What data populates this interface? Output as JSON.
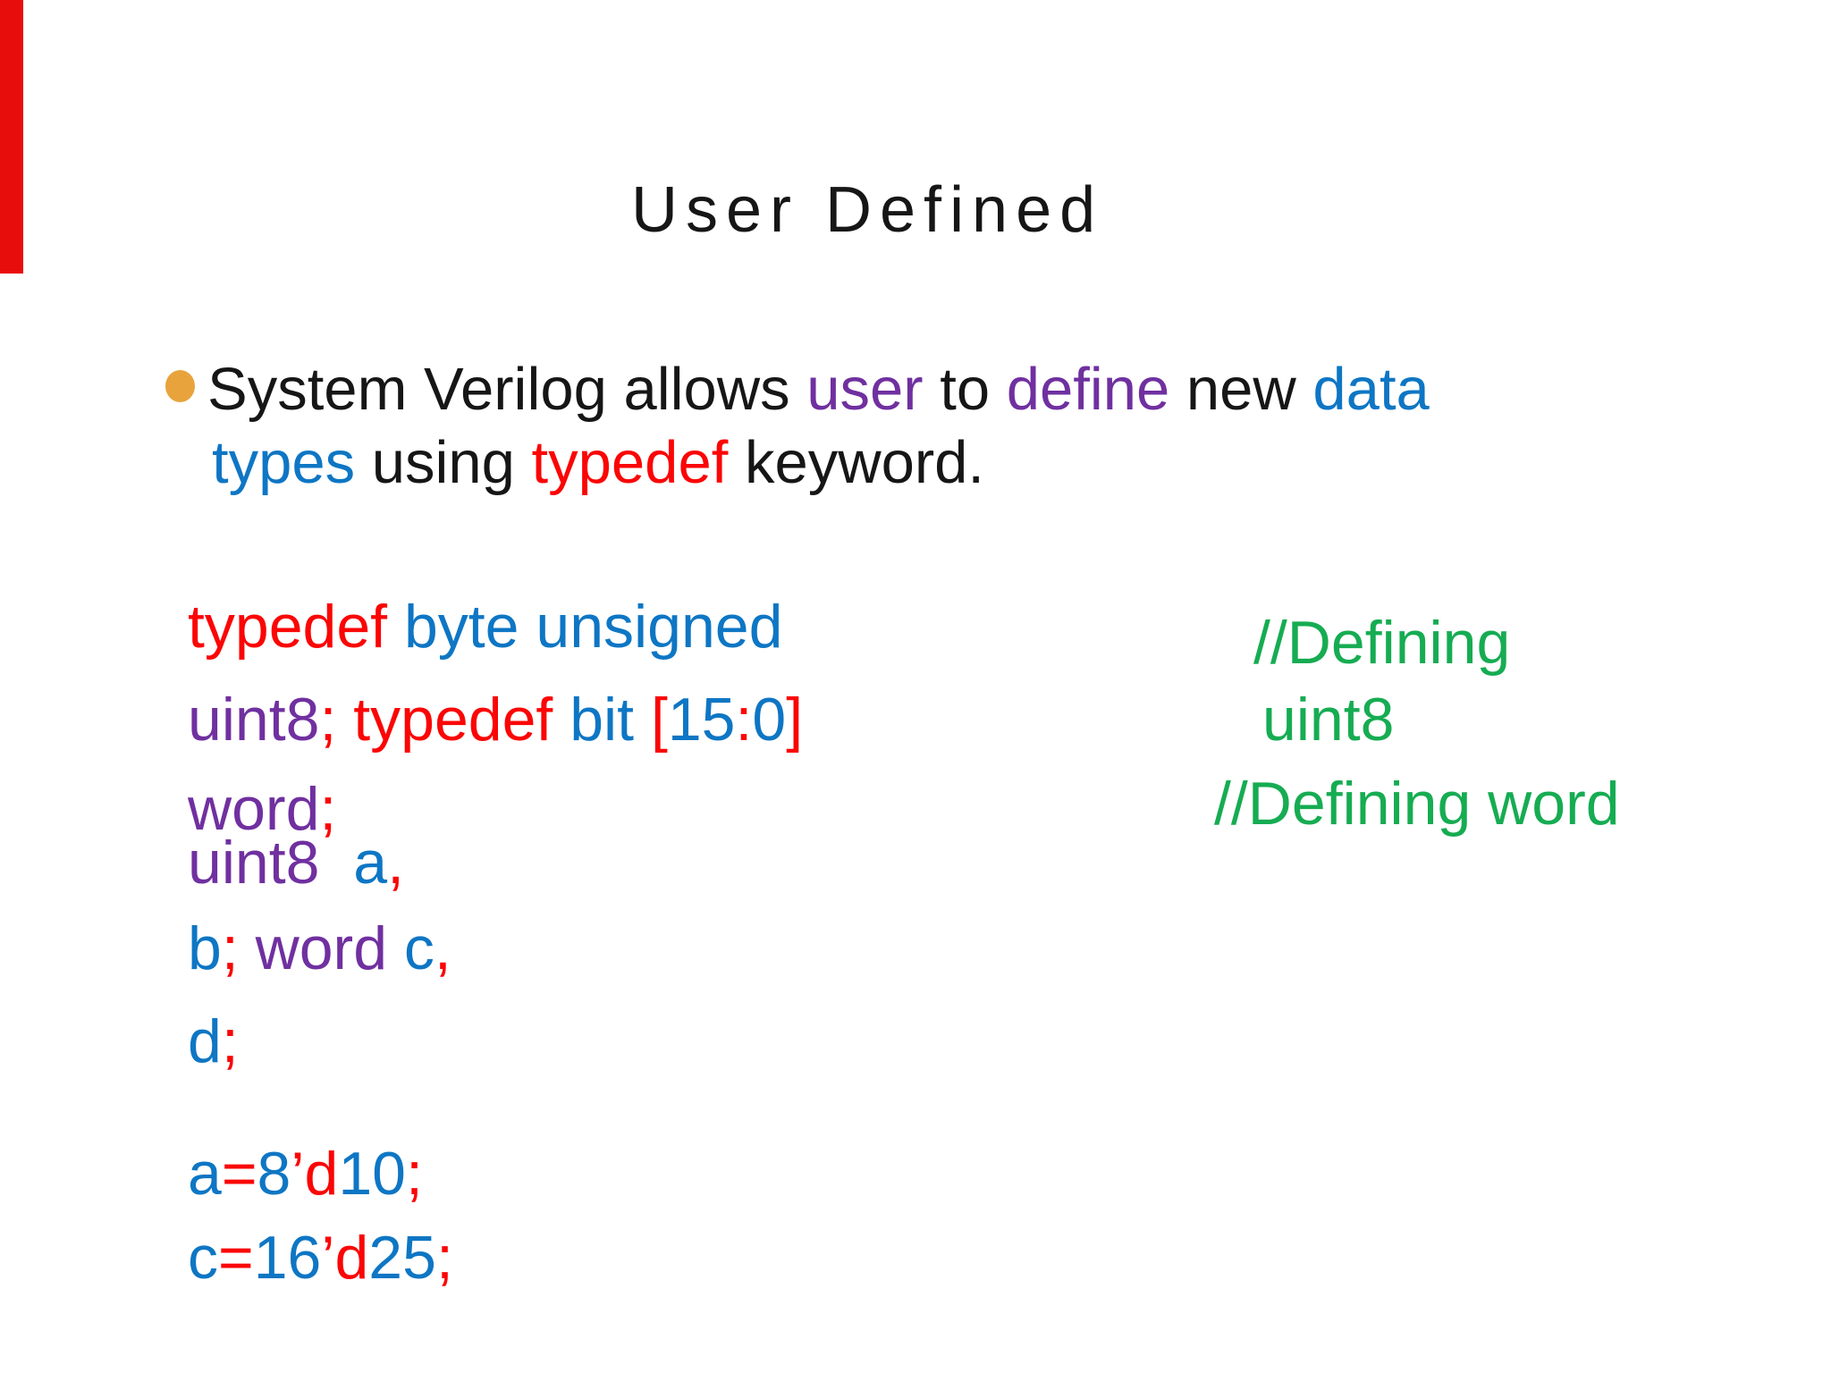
{
  "colors": {
    "red": "#FB0505",
    "blue": "#0E76C4",
    "purple": "#7030A0",
    "green": "#16AC52",
    "black": "#161616",
    "orange": "#E8A33D",
    "bar_red": "#E80D0D",
    "background": "#FFFFFF"
  },
  "slide": {
    "title": "User Defined",
    "bullet": {
      "line1": [
        {
          "t": "System Verilog allows ",
          "c": "black"
        },
        {
          "t": "user",
          "c": "purple"
        },
        {
          "t": " to ",
          "c": "black"
        },
        {
          "t": "define",
          "c": "purple"
        },
        {
          "t": " new ",
          "c": "black"
        },
        {
          "t": "data",
          "c": "blue"
        }
      ],
      "line2": [
        {
          "t": "types",
          "c": "blue"
        },
        {
          "t": " using ",
          "c": "black"
        },
        {
          "t": "typedef",
          "c": "red"
        },
        {
          "t": " keyword.",
          "c": "black"
        }
      ]
    },
    "code_lines": [
      {
        "segments": [
          {
            "t": "typedef",
            "c": "red"
          },
          {
            "t": " byte unsigned",
            "c": "blue"
          }
        ]
      },
      {
        "segments": [
          {
            "t": "uint8",
            "c": "purple"
          },
          {
            "t": "; typedef ",
            "c": "red"
          },
          {
            "t": "bit ",
            "c": "blue"
          },
          {
            "t": "[",
            "c": "red"
          },
          {
            "t": "15",
            "c": "blue"
          },
          {
            "t": ":",
            "c": "red"
          },
          {
            "t": "0",
            "c": "blue"
          },
          {
            "t": "]",
            "c": "red"
          }
        ]
      },
      {
        "segments": [
          {
            "t": "word",
            "c": "purple"
          },
          {
            "t": ";",
            "c": "red"
          }
        ]
      },
      {
        "segments": [
          {
            "t": "uint8",
            "c": "purple"
          },
          {
            "t": "  a",
            "c": "blue"
          },
          {
            "t": ",",
            "c": "red"
          }
        ]
      },
      {
        "segments": [
          {
            "t": "b",
            "c": "blue"
          },
          {
            "t": ";",
            "c": "red"
          },
          {
            "t": " word ",
            "c": "purple"
          },
          {
            "t": "c",
            "c": "blue"
          },
          {
            "t": ",",
            "c": "red"
          }
        ]
      },
      {
        "segments": [
          {
            "t": "d",
            "c": "blue"
          },
          {
            "t": ";",
            "c": "red"
          }
        ]
      },
      {
        "segments": [
          {
            "t": "a",
            "c": "blue"
          },
          {
            "t": "=",
            "c": "red"
          },
          {
            "t": "8",
            "c": "blue"
          },
          {
            "t": "’d",
            "c": "red"
          },
          {
            "t": "10",
            "c": "blue"
          },
          {
            "t": ";",
            "c": "red"
          }
        ]
      },
      {
        "segments": [
          {
            "t": "c",
            "c": "blue"
          },
          {
            "t": "=",
            "c": "red"
          },
          {
            "t": "16",
            "c": "blue"
          },
          {
            "t": "’d",
            "c": "red"
          },
          {
            "t": "25",
            "c": "blue"
          },
          {
            "t": ";",
            "c": "red"
          }
        ]
      }
    ],
    "comments": [
      {
        "text": "//Defining"
      },
      {
        "text": "uint8"
      },
      {
        "text": "//Defining word"
      }
    ]
  }
}
